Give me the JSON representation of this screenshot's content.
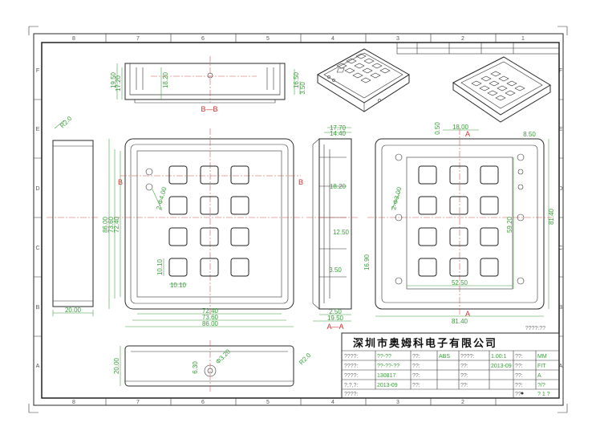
{
  "title_block": {
    "company": "深圳市奥姆科电子有限公司",
    "note": "????:??",
    "rows": [
      [
        "????:",
        "??-??",
        "??:",
        "ABS",
        "????:",
        "1.00:1",
        "??:",
        "MM"
      ],
      [
        "????:",
        "??-??-??",
        "??:",
        "",
        "??:",
        "2013-09",
        "??:",
        "FIT"
      ],
      [
        "????:",
        "130817",
        "??:",
        "",
        "??:",
        "",
        "??:",
        "A"
      ],
      [
        "?,?,?:",
        "2013-09",
        "??:",
        "",
        "??:",
        "",
        "??:",
        "?/?"
      ],
      [
        "????:",
        "",
        "",
        "",
        "",
        "",
        "??",
        "?  1  ?"
      ]
    ]
  },
  "grid": {
    "columns": [
      "8",
      "7",
      "6",
      "5",
      "4",
      "3",
      "2",
      "1"
    ],
    "rows": [
      "F",
      "E",
      "D",
      "C",
      "B",
      "A"
    ]
  },
  "views": {
    "top_section_label": "B—B",
    "side_section_label": "A—A",
    "top_dims": [
      "19.50",
      "17.20",
      "18.20",
      "16.50",
      "3.50"
    ],
    "front_dims": {
      "height_outer": "86.00",
      "height_mid": "72.40",
      "height_inner": "73.60",
      "width_inner": "72.40",
      "width_mid": "73.60",
      "width_outer": "86.00",
      "key_w": "10.10",
      "key_h": "10.10",
      "hole_note": "2-Φ4.00",
      "angle": "R2.0",
      "side_depth": "20.00"
    },
    "section_dims": [
      "17.70",
      "14.40",
      "18.20",
      "12.50",
      "3.50",
      "16.90",
      "2.50",
      "19.50"
    ],
    "back_dims": [
      "18.00",
      "0.50",
      "8.50",
      "59.20",
      "52.50",
      "81.40",
      "81.40",
      "2-Φ3.00"
    ],
    "bottom_dims": [
      "20.00",
      "6.30",
      "Φ3.20",
      "R2.0"
    ]
  },
  "section_markers": {
    "b": "B",
    "a": "A"
  }
}
